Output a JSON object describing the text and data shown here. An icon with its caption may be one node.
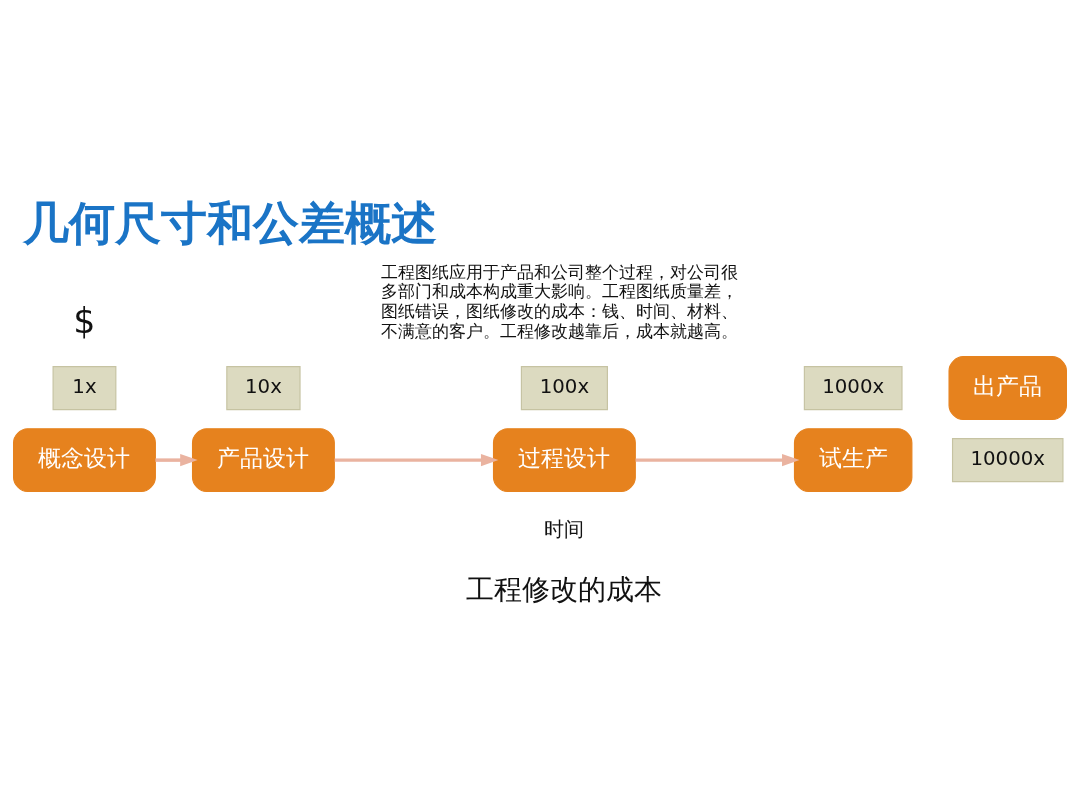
{
  "diagram": {
    "title": "几何尺寸和公差概述",
    "caption": "工程修改的成本",
    "nodes": [
      {
        "text": [
          "1x"
        ]
      },
      {
        "text": [
          "概念设计"
        ]
      },
      {
        "text": [
          "10x"
        ]
      },
      {
        "text": [
          "产品设计"
        ]
      },
      {
        "text": [
          "100x"
        ]
      },
      {
        "text": [
          "过程设计"
        ]
      },
      {
        "text": [
          "1000x"
        ]
      },
      {
        "text": [
          "试生产"
        ]
      },
      {
        "text": [
          "出产品"
        ]
      },
      {
        "text": [
          "10000x"
        ]
      }
    ],
    "edges": [
      {
        "from": 1,
        "to": 3,
        "arrow": "to"
      },
      {
        "from": 3,
        "to": 5,
        "arrow": "to"
      },
      {
        "from": 5,
        "to": 7,
        "arrow": "to"
      }
    ],
    "labels": [
      "工程图纸应用于产品和公司整个过程，对公司很多部门和成本构成重大影响。工程图纸质量差，图纸错误，图纸修改的成本：钱、时间、材料、不满意的客户。工程修改越靠后，成本就越高。",
      "$",
      "时间"
    ]
  }
}
